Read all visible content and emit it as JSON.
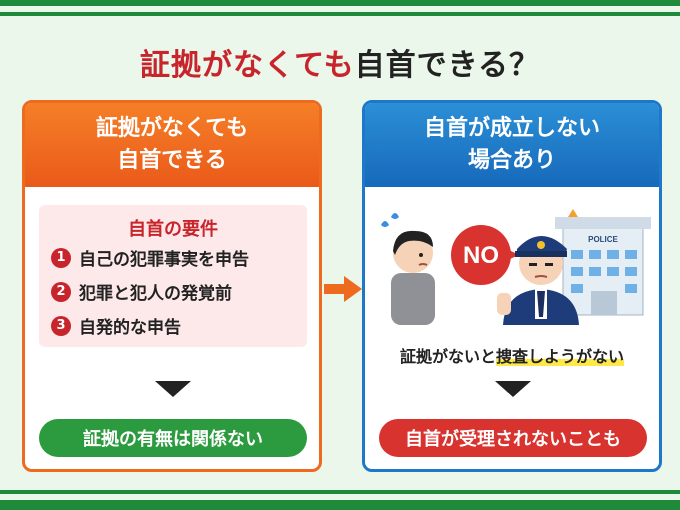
{
  "headline": {
    "red_part": "証拠がなくても",
    "rest_part": "自首できる？"
  },
  "left": {
    "header_line1": "証拠がなくても",
    "header_line2": "自首できる",
    "requirements_title": "自首の要件",
    "requirements": [
      {
        "num": "1",
        "text": "自己の犯罪事実を申告"
      },
      {
        "num": "2",
        "text": "犯罪と犯人の発覚前"
      },
      {
        "num": "3",
        "text": "自発的な申告"
      }
    ],
    "result": "証拠の有無は関係ない"
  },
  "right": {
    "header_line1": "自首が成立しない",
    "header_line2": "場合あり",
    "no_label": "NO",
    "police_sign": "POLICE",
    "search_pre": "証拠がないと",
    "search_highlight": "捜査しようがない",
    "result": "自首が受理されないことも"
  },
  "colors": {
    "accent_green": "#2c9a3e",
    "accent_orange": "#ee6a1f",
    "accent_blue": "#1d78c9",
    "accent_red": "#c8242b"
  }
}
